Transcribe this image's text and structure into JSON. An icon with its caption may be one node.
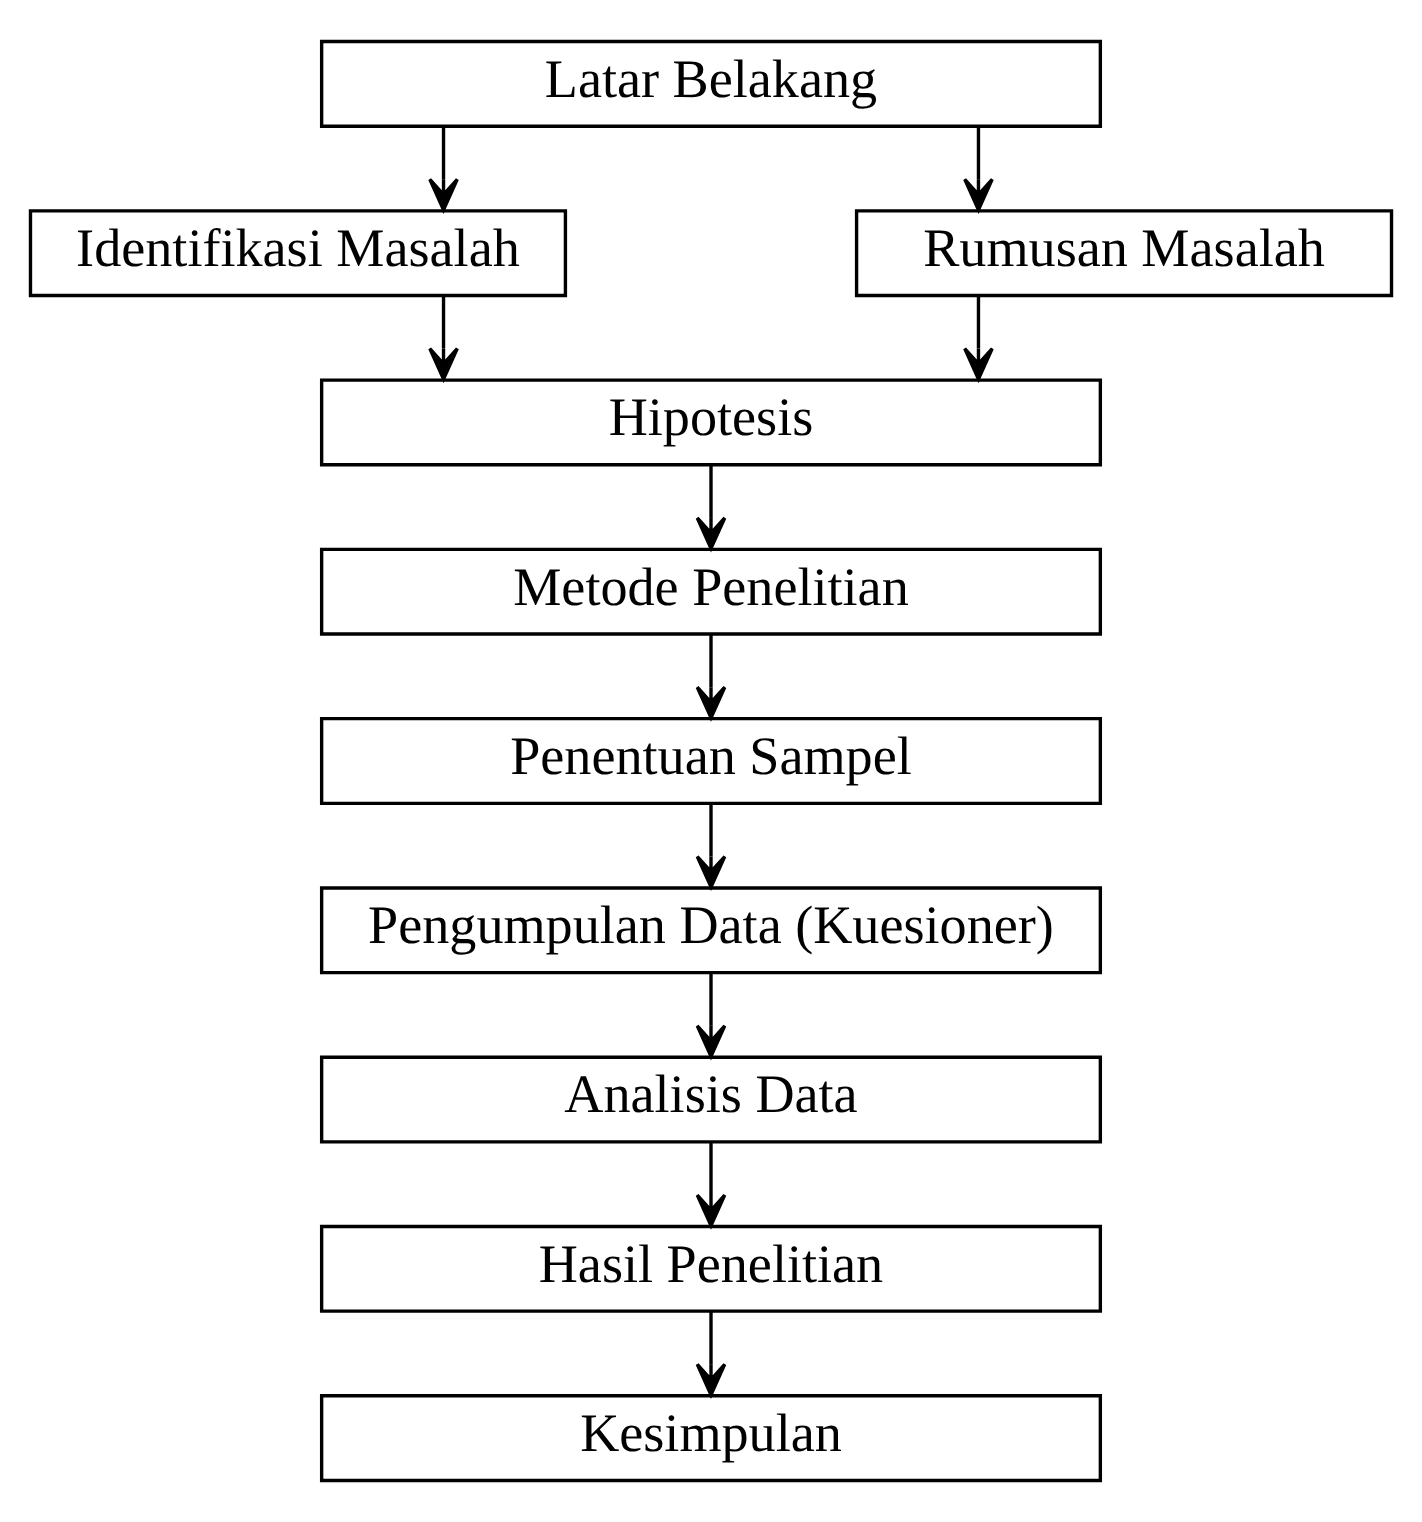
{
  "diagram": {
    "nodes": [
      {
        "text": [
          "Latar Belakang"
        ]
      },
      {
        "text": [
          "Identifikasi Masalah"
        ]
      },
      {
        "text": [
          "Rumusan Masalah"
        ]
      },
      {
        "text": [
          "Hipotesis"
        ]
      },
      {
        "text": [
          "Metode Penelitian"
        ]
      },
      {
        "text": [
          "Penentuan Sampel"
        ]
      },
      {
        "text": [
          "Pengumpulan Data (Kuesioner)"
        ]
      },
      {
        "text": [
          "Analisis Data"
        ]
      },
      {
        "text": [
          "Hasil Penelitian"
        ]
      },
      {
        "text": [
          "Kesimpulan"
        ]
      }
    ],
    "edges": [
      {
        "from": 0,
        "to": 1,
        "arrow": "to"
      },
      {
        "from": 0,
        "to": 2,
        "arrow": "to"
      },
      {
        "from": 1,
        "to": 3,
        "arrow": "to"
      },
      {
        "from": 2,
        "to": 3,
        "arrow": "to"
      },
      {
        "from": 3,
        "to": 4,
        "arrow": "to"
      },
      {
        "from": 4,
        "to": 5,
        "arrow": "to"
      },
      {
        "from": 5,
        "to": 6,
        "arrow": "to"
      },
      {
        "from": 6,
        "to": 7,
        "arrow": "to"
      },
      {
        "from": 7,
        "to": 8,
        "arrow": "to"
      },
      {
        "from": 8,
        "to": 9,
        "arrow": "to"
      }
    ]
  }
}
